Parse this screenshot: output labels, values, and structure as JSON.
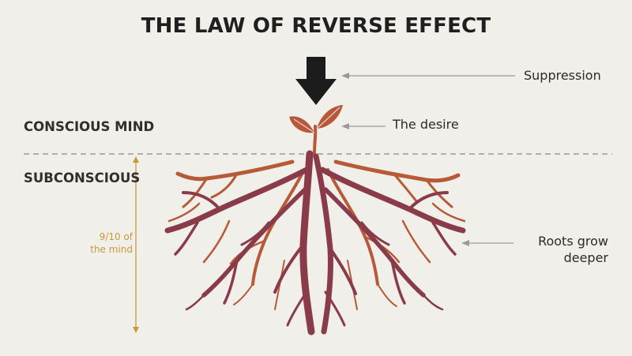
{
  "title": "THE LAW OF REVERSE EFFECT",
  "levels": {
    "conscious": "CONSCIOUS MIND",
    "subconscious": "SUBCONSCIOUS"
  },
  "fraction": {
    "line1": "9/10 of",
    "line2": "the mind"
  },
  "annotations": {
    "suppression": "Suppression",
    "desire": "The desire",
    "roots_line1": "Roots grow",
    "roots_line2": "deeper"
  },
  "colors": {
    "background": "#f1efe9",
    "arrow": "#1c1c1c",
    "root_main": "#8a3b4a",
    "root_secondary": "#b65a38",
    "plant": "#b8583a",
    "divider": "#9a9a9a",
    "fraction_bracket": "#c89a3a",
    "pointer": "#9a9a9a"
  }
}
